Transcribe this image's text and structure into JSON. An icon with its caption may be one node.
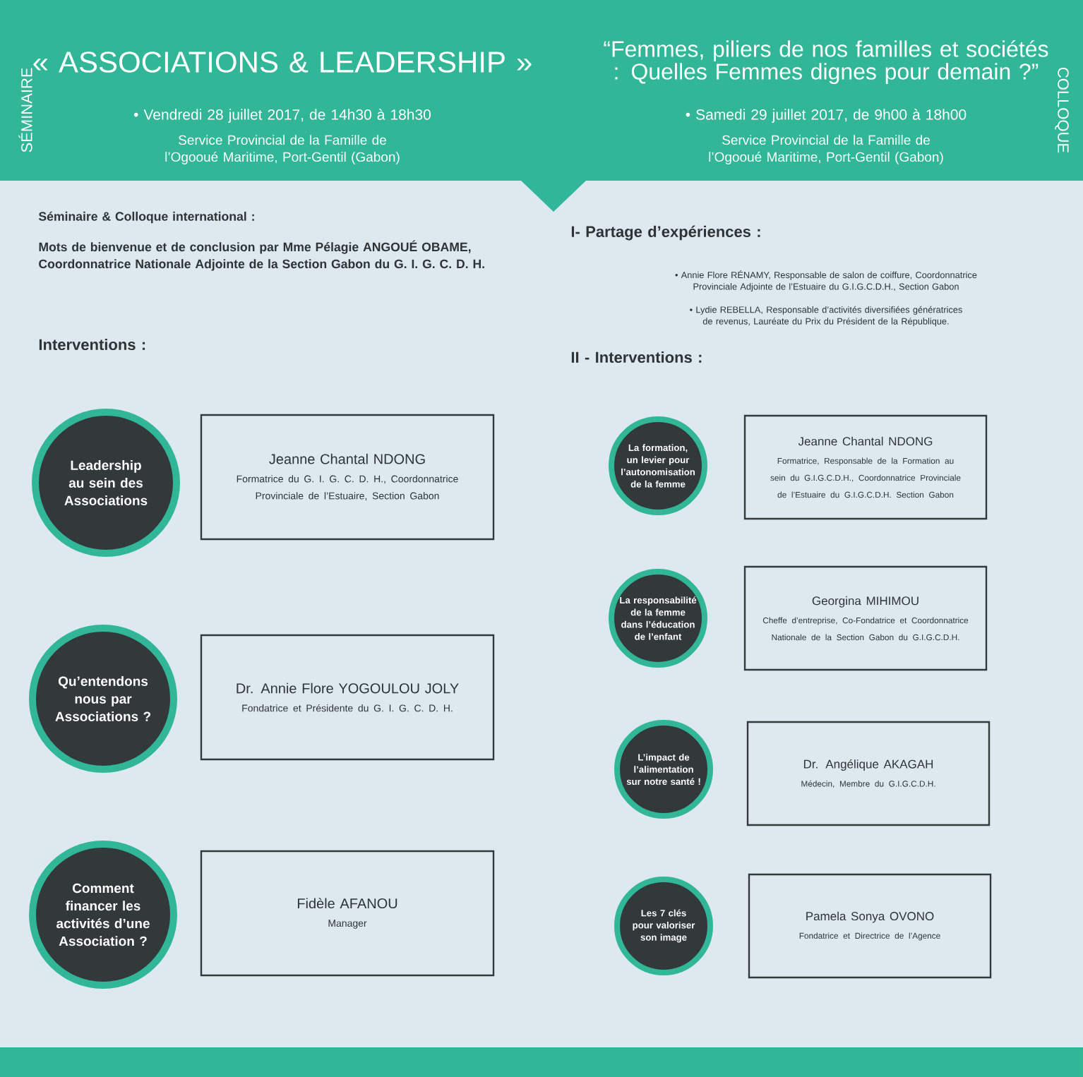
{
  "diagram": {
    "nodes": [
      {
        "text": [
          "Leadership au sein des Associations"
        ]
      },
      {
        "text": [
          "Jeanne Chantal NDONG",
          "Formatrice du G. I. G. C. D. H., Coordonnatrice Provinciale de l’Estuaire, Section Gabon"
        ]
      },
      {
        "text": [
          "Qu’entendons nous par Associations ?"
        ]
      },
      {
        "text": [
          "Dr. Annie Flore YOGOULOU JOLY",
          "Fondatrice et Présidente du G. I. G. C. D. H."
        ]
      },
      {
        "text": [
          "Comment financer les activités d’une Association ?"
        ]
      },
      {
        "text": [
          "Fidèle AFANOU",
          "Manager"
        ]
      },
      {
        "text": [
          "La formation, un levier pour l’autonomisation de la femme"
        ]
      },
      {
        "text": [
          "Jeanne Chantal NDONG",
          "Formatrice, Responsable de la Formation au sein du G.I.G.C.D.H., Coordonnatrice Provinciale de l’Estuaire du G.I.G.C.D.H. Section Gabon"
        ]
      },
      {
        "text": [
          "La responsabilité de la femme dans l’éducation de l’enfant"
        ]
      },
      {
        "text": [
          "Georgina MIHIMOU",
          "Cheffe d’entreprise, Co-Fondatrice et Coordonnatrice Nationale de la Section Gabon du G.I.G.C.D.H."
        ]
      },
      {
        "text": [
          "L’impact de l’alimentation sur notre santé !"
        ]
      },
      {
        "text": [
          "Dr. Angélique AKAGAH",
          "Médecin, Membre du G.I.G.C.D.H."
        ]
      },
      {
        "text": [
          "Les 7 clés pour valoriser son image"
        ]
      },
      {
        "text": [
          "Pamela Sonya OVONO",
          "Fondatrice et Directrice de l’Agence"
        ]
      }
    ],
    "labels": [
      "SÉMINAIRE",
      "« ASSOCIATIONS & LEADERSHIP »",
      "• Vendredi 28 juillet 2017, de 14h30 à 18h30",
      "Service Provincial de la Famille de l’Ogooué Maritime, Port-Gentil (Gabon)",
      "“Femmes, piliers de nos familles et sociétés : Quelles Femmes dignes pour demain ?”",
      "COLLOQUE",
      "• Samedi 29 juillet 2017, de 9h00 à 18h00",
      "Service Provincial de la Famille de l’Ogooué Maritime, Port-Gentil (Gabon)",
      "Séminaire & Colloque international :",
      "Mots de bienvenue et de conclusion par Mme Pélagie ANGOUÉ OBAME, Coordonnatrice Nationale Adjointe de la Section Gabon du G. I. G. C. D. H.",
      "Interventions :",
      "I- Partage d’expériences :",
      "• Annie Flore RÉNAMY, Responsable de salon de coiffure, Coordonnatrice Provinciale Adjointe de l’Estuaire du G.I.G.C.D.H., Section Gabon",
      "• Lydie REBELLA, Responsable d’activités diversifiées génératrices de revenus, Lauréate du Prix du Président de la République.",
      "II - Interventions :"
    ]
  }
}
